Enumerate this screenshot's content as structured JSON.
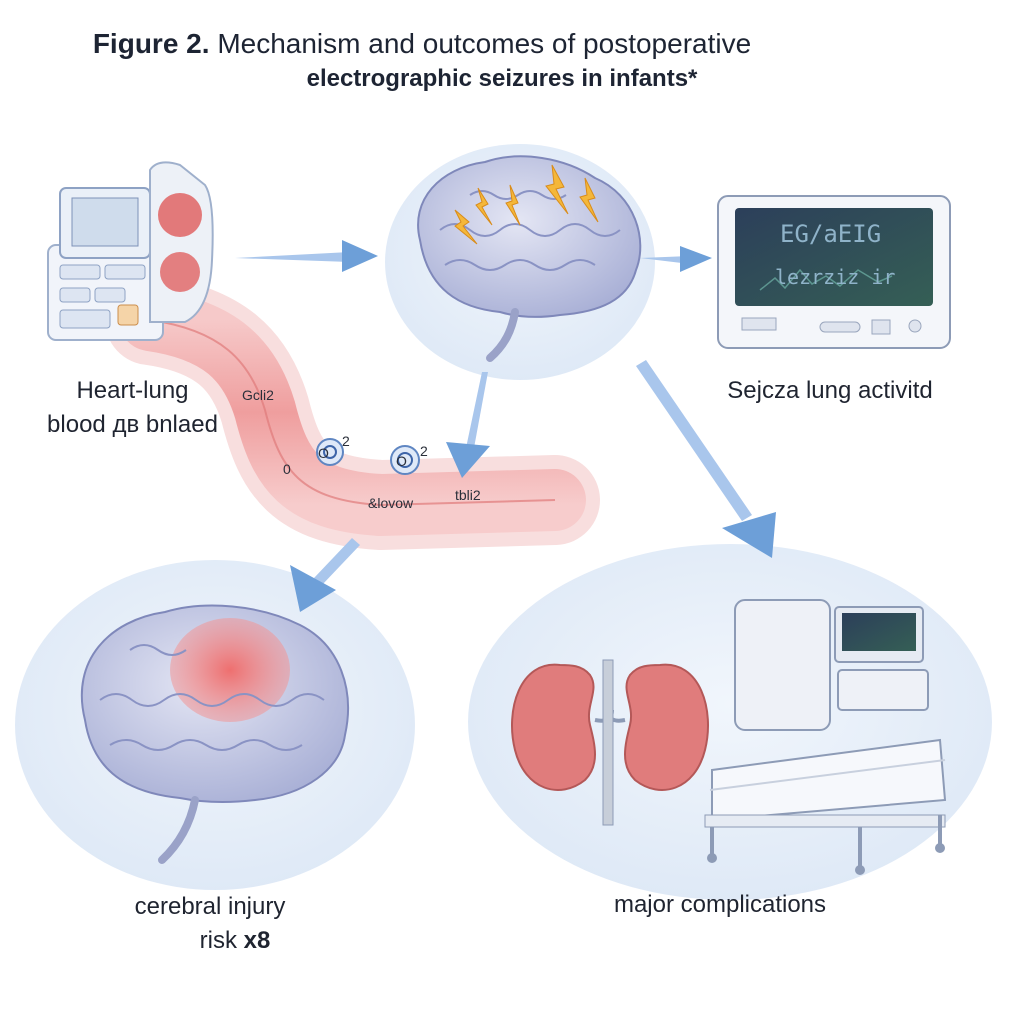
{
  "figure": {
    "title_prefix": "Figure 2.",
    "title_rest": "Mechanism and outcomes of postoperative",
    "title_line2": "electrographic seizures in infants*"
  },
  "nodes": {
    "heart_lung": {
      "line1": "Heart-lung",
      "line2": "blood дв bnlaed",
      "icon": "heart-lung-machine-icon"
    },
    "brain_seizure": {
      "icon": "brain-seizure-icon"
    },
    "eeg_monitor": {
      "screen_line1": "EG/aEIG",
      "screen_line2": "lezrziz ir",
      "label": "Sejcza lung activitd",
      "icon": "eeg-monitor-icon"
    },
    "blood_vessel": {
      "tag_top": "Gcli2",
      "o2_a": "O",
      "o2_a_sup": "2",
      "o2_b": "O",
      "o2_b_sup": "2",
      "flow_label": "&lovow",
      "tag_right": "tbli2",
      "tag_left": "0"
    },
    "cerebral_injury": {
      "line1": "cerebral injury",
      "line2_prefix": "risk ",
      "line2_bold": "x8",
      "icon": "injured-brain-icon"
    },
    "complications": {
      "label": "major complications",
      "icons": [
        "kidneys-icon",
        "hospital-bed-icon"
      ]
    }
  },
  "colors": {
    "arrow": "#6d9fd8",
    "bubble": "#e8f0fa",
    "brain": "#c9cde6",
    "vessel": "#eea6a6",
    "injury": "#f08080",
    "kidney": "#e07c7c",
    "lightning": "#f4b73a"
  }
}
